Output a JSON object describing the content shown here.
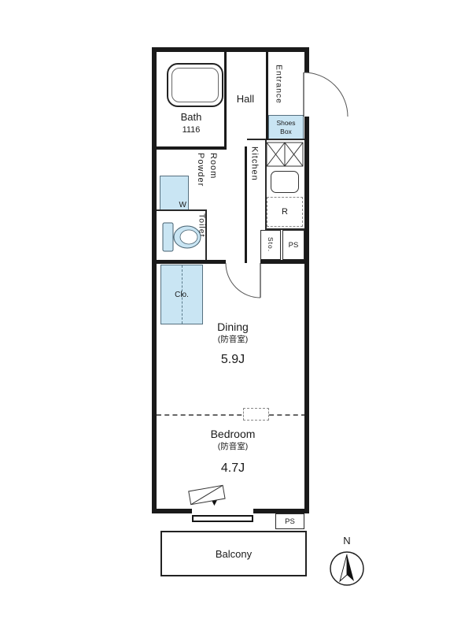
{
  "rooms": {
    "bath": {
      "label": "Bath",
      "size": "1116"
    },
    "hall": {
      "label": "Hall"
    },
    "entrance": {
      "label": "Entrance"
    },
    "shoes_box": {
      "label": "Shoes\nBox"
    },
    "kitchen": {
      "label": "Kitchen"
    },
    "powder_room": {
      "label": "Powder\nRoom"
    },
    "toilet": {
      "label": "Toilet"
    },
    "washer": {
      "label": "W"
    },
    "refrigerator": {
      "label": "R"
    },
    "storage": {
      "label": "Sto."
    },
    "ps_upper": {
      "label": "PS"
    },
    "closet": {
      "label": "Clo."
    },
    "dining": {
      "label": "Dining",
      "note": "(防音室)",
      "size": "5.9J"
    },
    "bedroom": {
      "label": "Bedroom",
      "note": "(防音室)",
      "size": "4.7J"
    },
    "ps_lower": {
      "label": "PS"
    },
    "balcony": {
      "label": "Balcony"
    }
  },
  "compass": {
    "label": "N"
  },
  "markers": {
    "balcony_door_arrow": "▼"
  },
  "colors": {
    "wall": "#1a1a1a",
    "highlight": "#c9e5f3"
  }
}
